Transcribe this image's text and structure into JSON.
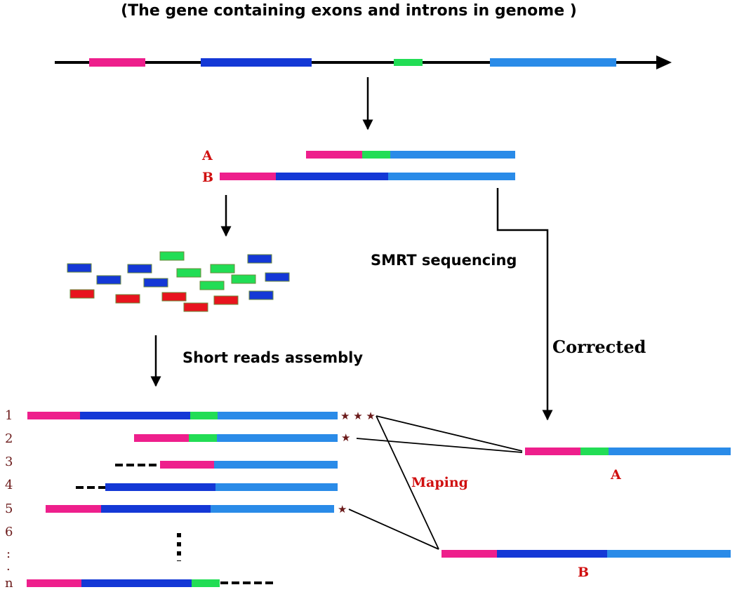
{
  "title": "(The gene containing exons and introns in genome )",
  "labels": {
    "smrt": "SMRT sequencing",
    "short_reads": "Short reads assembly",
    "corrected": "Corrected",
    "maping": "Maping"
  },
  "isoforms": {
    "a": "A",
    "b": "B"
  },
  "results": {
    "a": "A",
    "b": "B"
  },
  "rows": [
    {
      "label": "1",
      "stars": "★ ★ ★"
    },
    {
      "label": "2",
      "stars": "★"
    },
    {
      "label": "3",
      "stars": ""
    },
    {
      "label": "4",
      "stars": ""
    },
    {
      "label": "5",
      "stars": "★"
    },
    {
      "label": "6",
      "stars": ""
    },
    {
      "label": ":",
      "stars": ""
    },
    {
      "label": "·",
      "stars": ""
    },
    {
      "label": "n",
      "stars": ""
    }
  ],
  "colors": {
    "exon1": "#ee1f8c",
    "exon2": "#1438d6",
    "exon3": "#22dd55",
    "exon4": "#2a8be8",
    "label_red": "#d01010",
    "row_label": "#6b1a1a",
    "star": "#6b1a1a"
  }
}
